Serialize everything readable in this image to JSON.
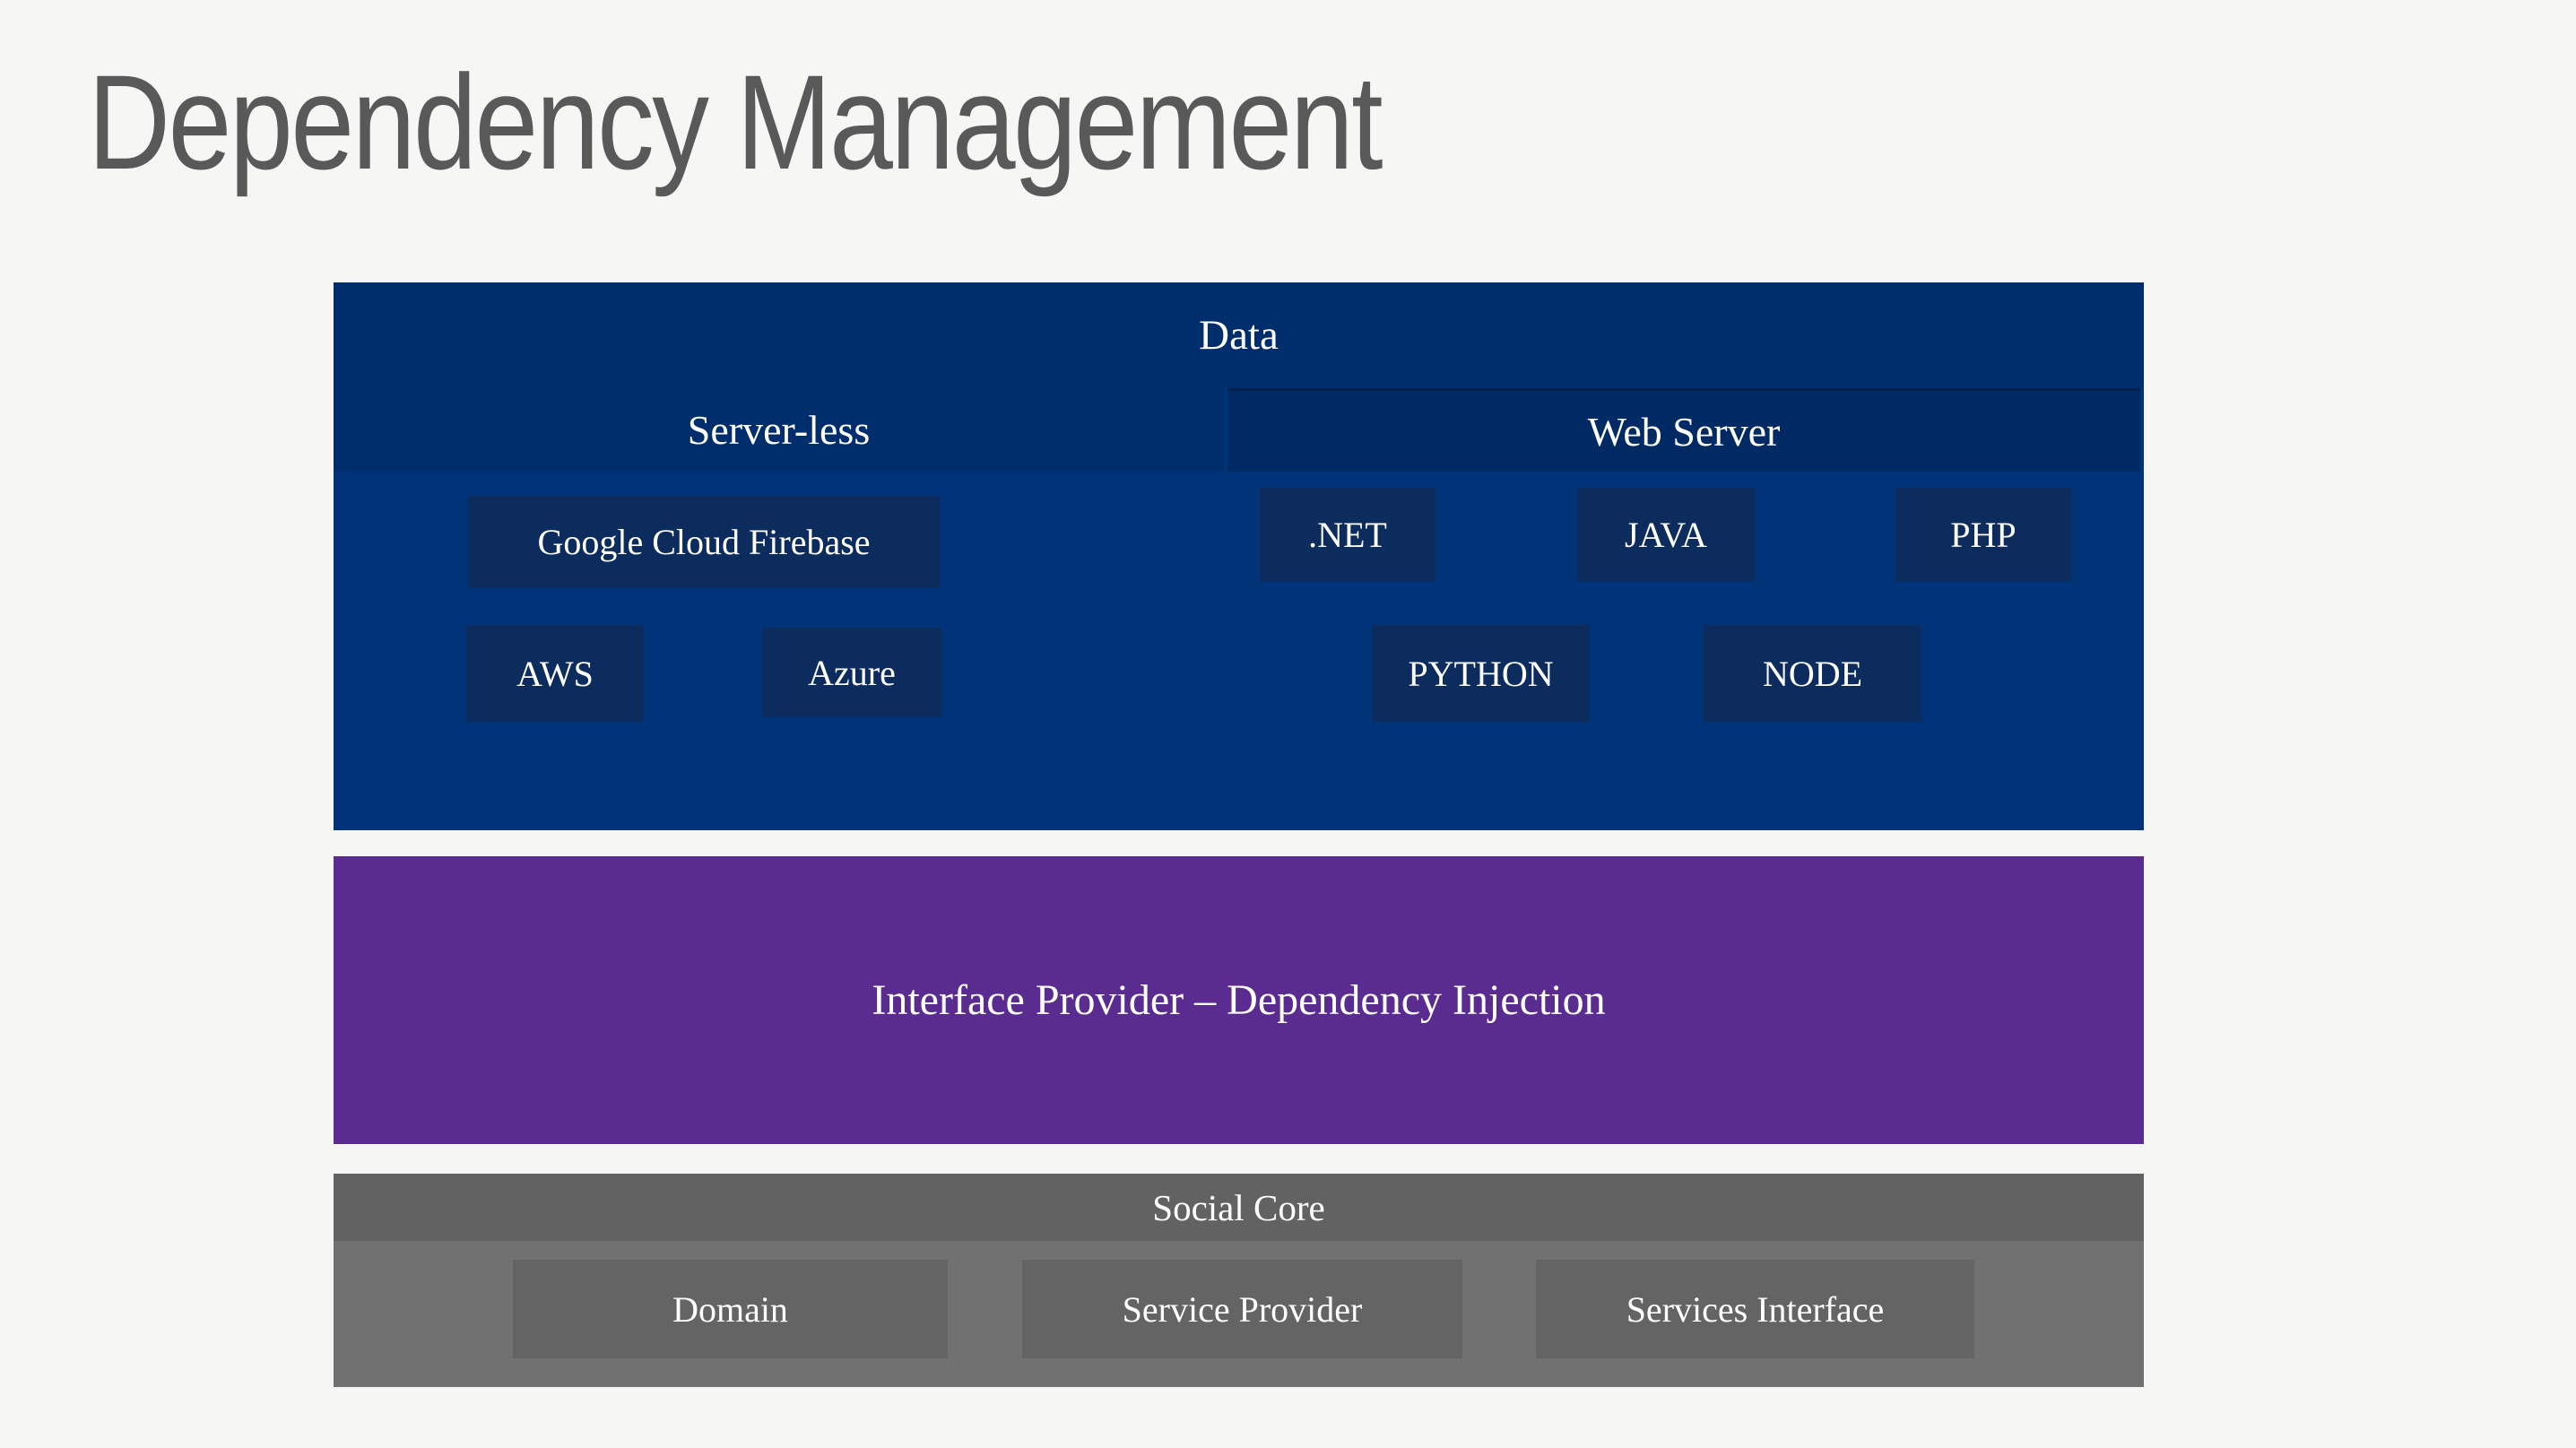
{
  "slide": {
    "title": "Dependency Management"
  },
  "colors": {
    "background": "#f6f6f5",
    "title_text": "#595959",
    "navy_band": "#002d6b",
    "navy_body": "#003377",
    "navy_box": "#0c2c5e",
    "webserver_cell": "#002a63",
    "webserver_border": "#00204d",
    "purple": "#5b2c8f",
    "gray_header": "#626262",
    "gray_body": "#717171",
    "gray_box": "#646464",
    "label_text": "#ffffff"
  },
  "data_layer": {
    "title": "Data",
    "columns": [
      {
        "label": "Server-less",
        "boxes": [
          "Google Cloud Firebase",
          "AWS",
          "Azure"
        ]
      },
      {
        "label": "Web Server",
        "boxes": [
          ".NET",
          "JAVA",
          "PHP",
          "PYTHON",
          "NODE"
        ]
      }
    ]
  },
  "interface_layer": {
    "label": "Interface Provider – Dependency Injection"
  },
  "social_layer": {
    "title": "Social Core",
    "boxes": [
      "Domain",
      "Service Provider",
      "Services Interface"
    ]
  }
}
